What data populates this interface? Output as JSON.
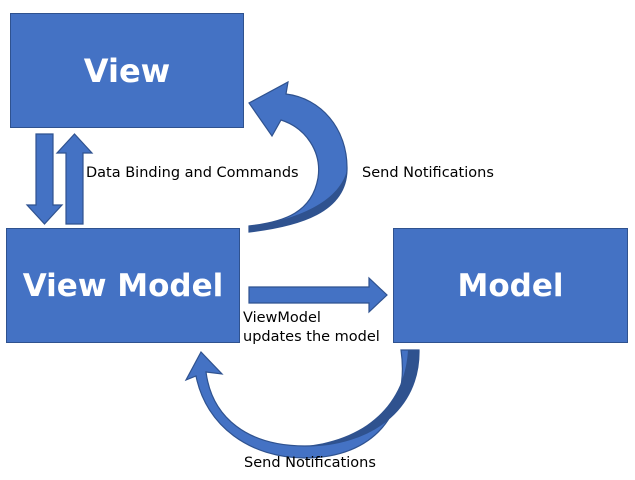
{
  "boxes": {
    "view": "View",
    "view_model": "View Model",
    "model": "Model"
  },
  "labels": {
    "data_binding": "Data Binding and Commands",
    "send_notifications_top": "Send Notifications",
    "viewmodel_updates_line1": "ViewModel",
    "viewmodel_updates_line2": "updates the model",
    "send_notifications_bottom": "Send Notifications"
  },
  "colors": {
    "box_fill": "#4472C4",
    "box_border": "#2F528F",
    "arrow_fill": "#4472C4",
    "arrow_shade": "#2F528F"
  }
}
